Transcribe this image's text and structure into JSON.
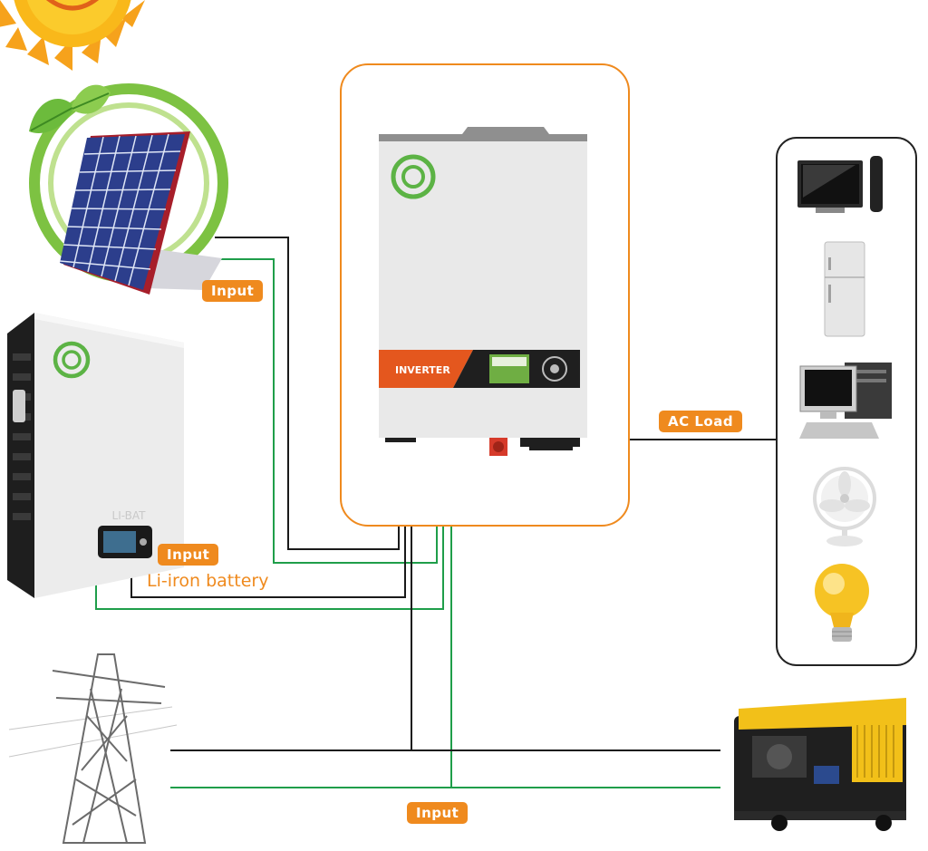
{
  "labels": {
    "solar_input": "Input",
    "battery_input": "Input",
    "battery_caption": "Li-iron battery",
    "ac_load": "AC Load",
    "grid_input": "Input",
    "inverter_panel": "INVERTER",
    "battery_brand": "LI-BAT"
  },
  "colors": {
    "accent_orange": "#ef8a1e",
    "wire_black": "#1a1a1a",
    "wire_green": "#1f9e4a",
    "brand_green": "#5cb345"
  },
  "icons": [
    "sun-icon",
    "solar-panel-icon",
    "leaf-icon",
    "battery-icon",
    "inverter-icon",
    "tv-icon",
    "fridge-icon",
    "computer-icon",
    "fan-icon",
    "bulb-icon",
    "power-tower-icon",
    "generator-icon"
  ]
}
